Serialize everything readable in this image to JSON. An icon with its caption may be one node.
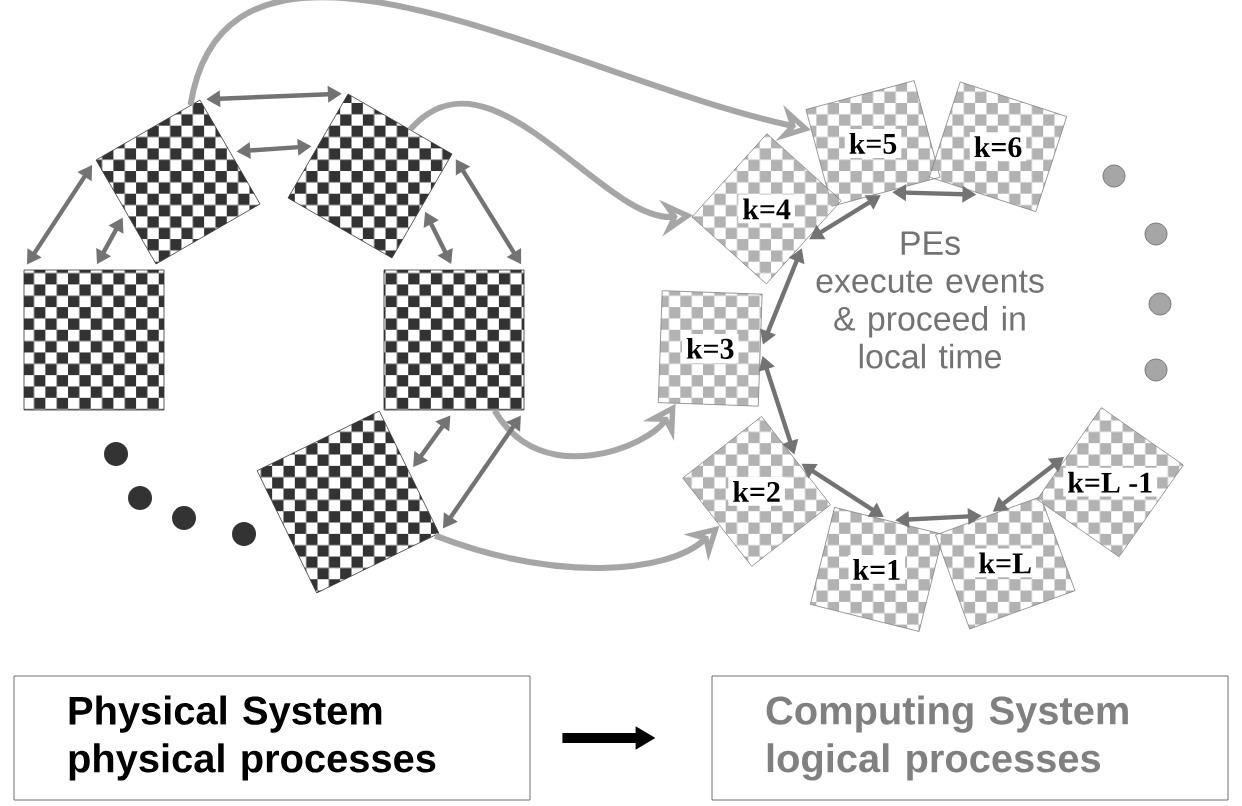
{
  "diagram": {
    "nodes": [
      {
        "text": [],
        "shape": "box"
      },
      {
        "text": [],
        "shape": "box"
      },
      {
        "text": [],
        "shape": "box"
      },
      {
        "text": [],
        "shape": "box"
      },
      {
        "text": [],
        "shape": "box"
      },
      {
        "text": [
          "k=5"
        ]
      },
      {
        "text": [
          "k=6"
        ]
      },
      {
        "text": [
          "k=4"
        ]
      },
      {
        "text": [
          "k=3"
        ]
      },
      {
        "text": [
          "k=2"
        ]
      },
      {
        "text": [
          "k=1"
        ]
      },
      {
        "text": [
          "k=L"
        ]
      },
      {
        "text": [
          "k=L -1"
        ]
      },
      {
        "text": [
          "Physical System physical processes"
        ]
      },
      {
        "text": [
          "Computing System logical processes"
        ]
      }
    ],
    "edges": [
      {
        "from": 1,
        "to": 5,
        "arrow": "to",
        "color": "#a6a6a6"
      },
      {
        "from": 2,
        "to": 7,
        "arrow": "to",
        "color": "#a6a6a6"
      },
      {
        "from": 3,
        "to": 8,
        "arrow": "to",
        "color": "#a6a6a6"
      },
      {
        "from": 4,
        "to": 9,
        "arrow": "to",
        "color": "#a6a6a6"
      },
      {
        "from": 0,
        "to": 1,
        "arrow": "both"
      },
      {
        "from": 0,
        "to": 1,
        "arrow": "both"
      },
      {
        "from": 1,
        "to": 2,
        "arrow": "both"
      },
      {
        "from": 1,
        "to": 2,
        "arrow": "both"
      },
      {
        "from": 2,
        "to": 3,
        "arrow": "both"
      },
      {
        "from": 2,
        "to": 3,
        "arrow": "both"
      },
      {
        "from": 3,
        "to": 4,
        "arrow": "both"
      },
      {
        "from": 3,
        "to": 4,
        "arrow": "both"
      },
      {
        "from": 5,
        "to": 6,
        "arrow": "both"
      },
      {
        "from": 7,
        "to": 5,
        "arrow": "both"
      },
      {
        "from": 8,
        "to": 7,
        "arrow": "both"
      },
      {
        "from": 8,
        "to": 9,
        "arrow": "both"
      },
      {
        "from": 9,
        "to": 10,
        "arrow": "both"
      },
      {
        "from": 10,
        "to": 11,
        "arrow": "both"
      },
      {
        "from": 11,
        "to": 12,
        "arrow": "both"
      },
      {
        "from": 13,
        "to": 14,
        "arrow": "to",
        "style": "thick",
        "color": "#000000"
      }
    ],
    "labels": [
      "PEs execute events & proceed in local time"
    ]
  }
}
